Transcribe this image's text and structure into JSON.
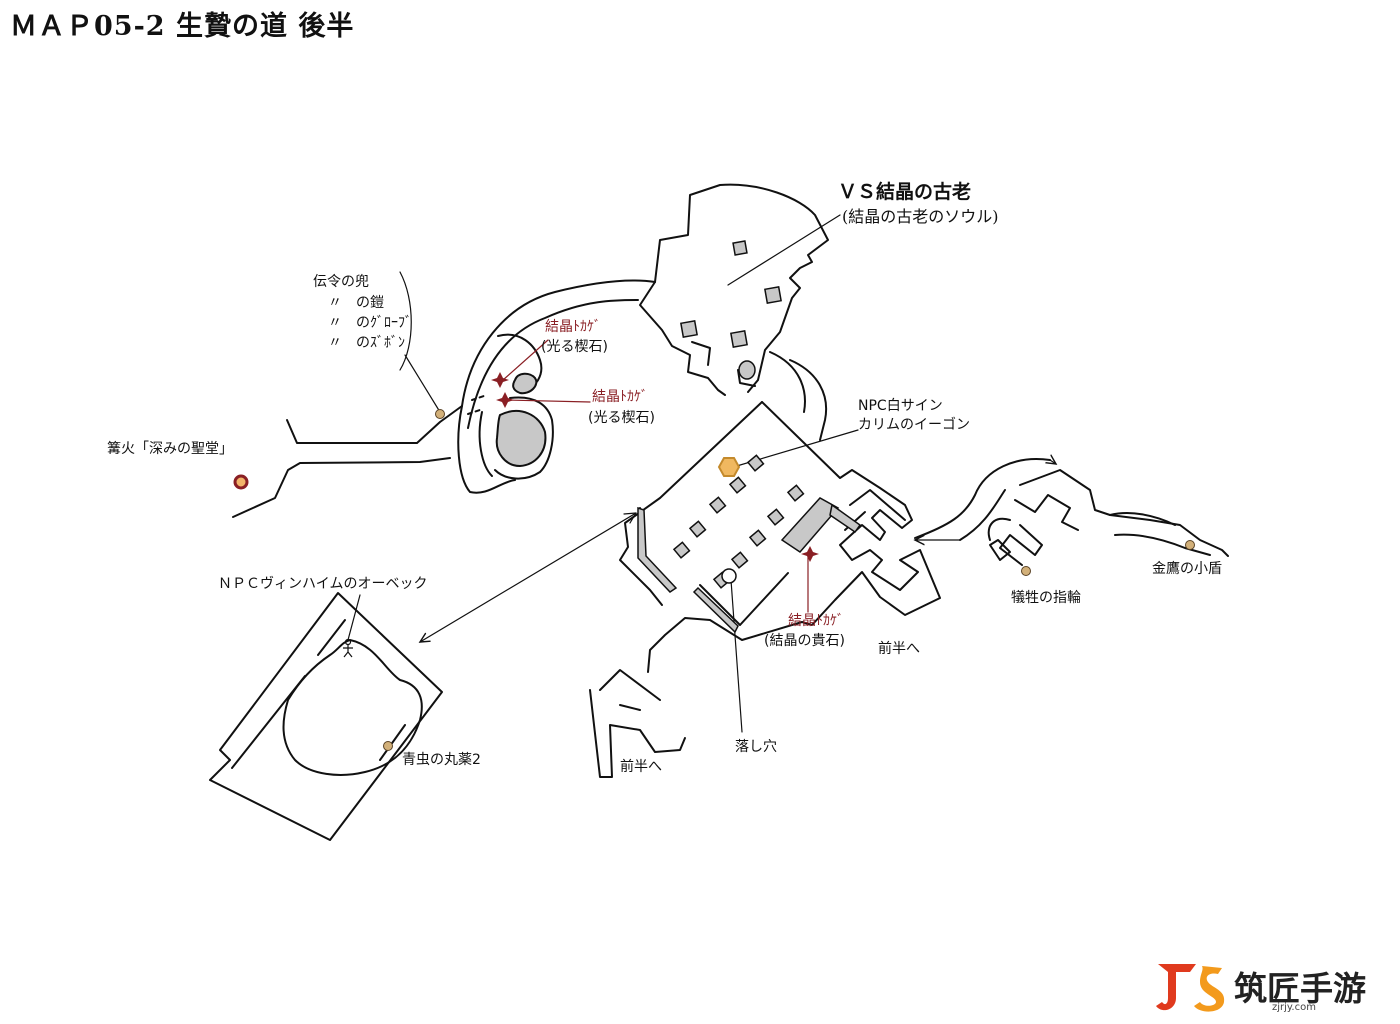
{
  "title": "ＭＡＰ05-2  生贄の道  後半",
  "colors": {
    "line": "#111111",
    "fill_block": "#c8c8c8",
    "red_label": "#8a1f24",
    "bonfire_fill": "#f2b46a",
    "bonfire_ring": "#8a1f24",
    "item_dot": "#d2b079",
    "npc_sign": "#f0b860",
    "watermark_red": "#e03a1e",
    "watermark_orange": "#f39a1c"
  },
  "labels": {
    "boss": "ＶＳ結晶の古老",
    "boss_reward": "(結晶の古老のソウル)",
    "messenger_1": "伝令の兜",
    "messenger_2": "〃　の鎧",
    "messenger_3": "〃　のｸﾞﾛｰﾌﾞ",
    "messenger_4": "〃　のｽﾞﾎﾞﾝ",
    "lizard_1_name": "結晶ﾄｶｹﾞ",
    "lizard_1_drop": "(光る楔石)",
    "lizard_2_name": "結晶ﾄｶｹﾞ",
    "lizard_2_drop": "(光る楔石)",
    "bonfire": "篝火「深みの聖堂」",
    "npc_white_1": "NPC白サイン",
    "npc_white_2": "カリムのイーゴン",
    "npc_orbeck": "ＮＰＣヴィンハイムのオーベック",
    "lizard_3_name": "結晶ﾄｶｹﾞ",
    "lizard_3_drop": "(結晶の貴石)",
    "to_first_half_1": "前半へ",
    "to_first_half_2": "前半へ",
    "pitfall": "落し穴",
    "blue_bug_pill": "青虫の丸薬2",
    "sacrifice_ring": "犠牲の指輪",
    "golden_falcon_shield": "金鷹の小盾"
  },
  "watermark": {
    "logo": "JS",
    "name": "筑匠手游",
    "url": "zjrjy.com"
  }
}
